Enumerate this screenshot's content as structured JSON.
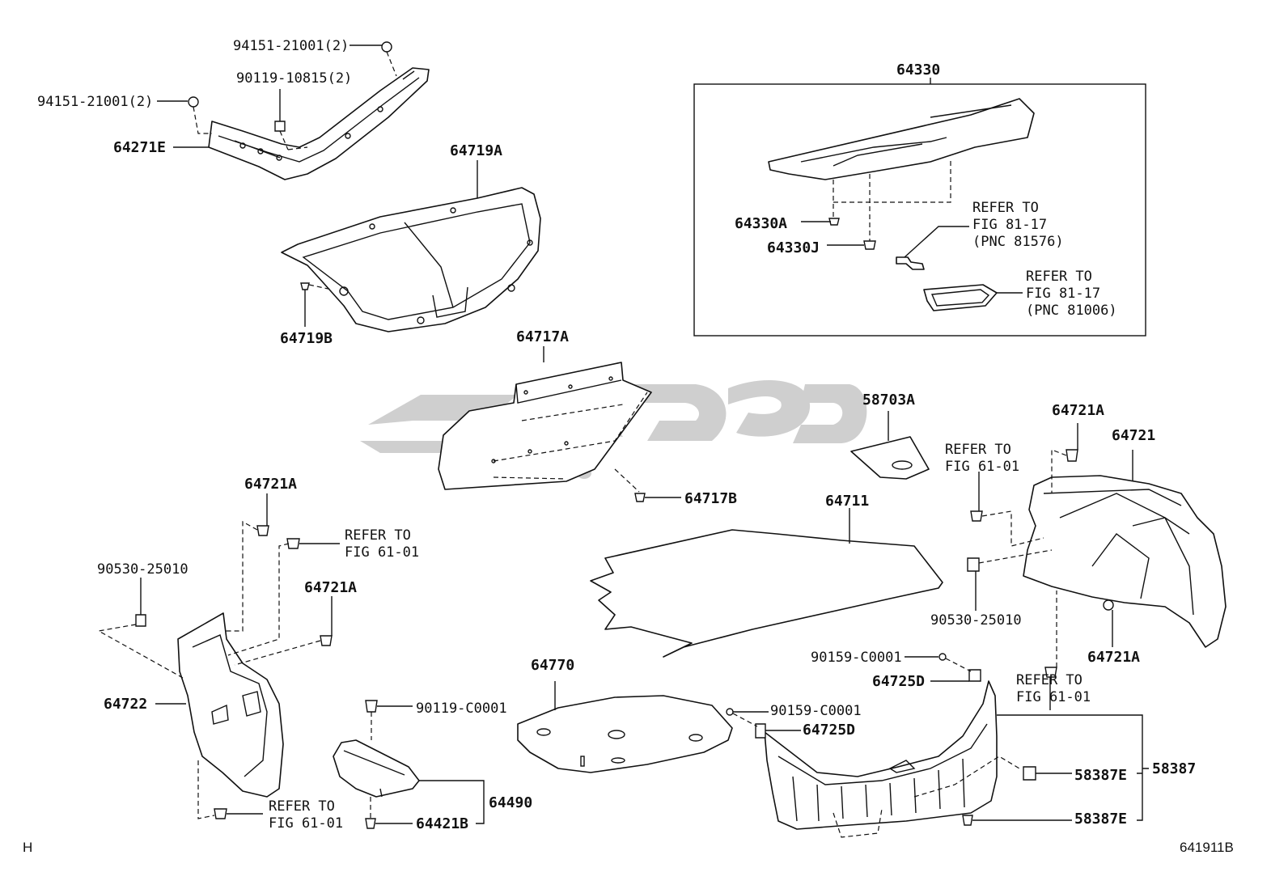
{
  "diagram": {
    "corner_left": "H",
    "figure_id": "641911B",
    "labels": {
      "p94151_top": "94151-21001(2)",
      "p90119_10815": "90119-10815(2)",
      "p94151_left": "94151-21001(2)",
      "p64271E": "64271E",
      "p64719A": "64719A",
      "p64719B": "64719B",
      "p64330": "64330",
      "p64330A": "64330A",
      "p64330J": "64330J",
      "refer_81576": [
        "REFER TO",
        "FIG 81-17",
        "(PNC 81576)"
      ],
      "refer_81006": [
        "REFER TO",
        "FIG 81-17",
        "(PNC 81006)"
      ],
      "p64717A": "64717A",
      "p64717B": "64717B",
      "p58703A": "58703A",
      "p64721A_right_top": "64721A",
      "p64721": "64721",
      "refer_61_right": [
        "REFER TO",
        "FIG 61-01"
      ],
      "p64711": "64711",
      "p90530_right": "90530-25010",
      "p64721A_right_bottom": "64721A",
      "p90159_top": "90159-C0001",
      "p64725D_top": "64725D",
      "refer_61_right_bottom": [
        "REFER TO",
        "FIG 61-01"
      ],
      "p64721A_left_top": "64721A",
      "refer_61_left_top": [
        "REFER TO",
        "FIG 61-01"
      ],
      "p90530_left": "90530-25010",
      "p64721A_left_mid": "64721A",
      "p64722": "64722",
      "refer_61_left_bottom": [
        "REFER TO",
        "FIG 61-01"
      ],
      "p64770": "64770",
      "p90119_C0001": "90119-C0001",
      "p64490": "64490",
      "p64421B": "64421B",
      "p90159_mid": "90159-C0001",
      "p64725D_mid": "64725D",
      "p58387": "58387",
      "p58387E_top": "58387E",
      "p58387E_bottom": "58387E"
    }
  }
}
